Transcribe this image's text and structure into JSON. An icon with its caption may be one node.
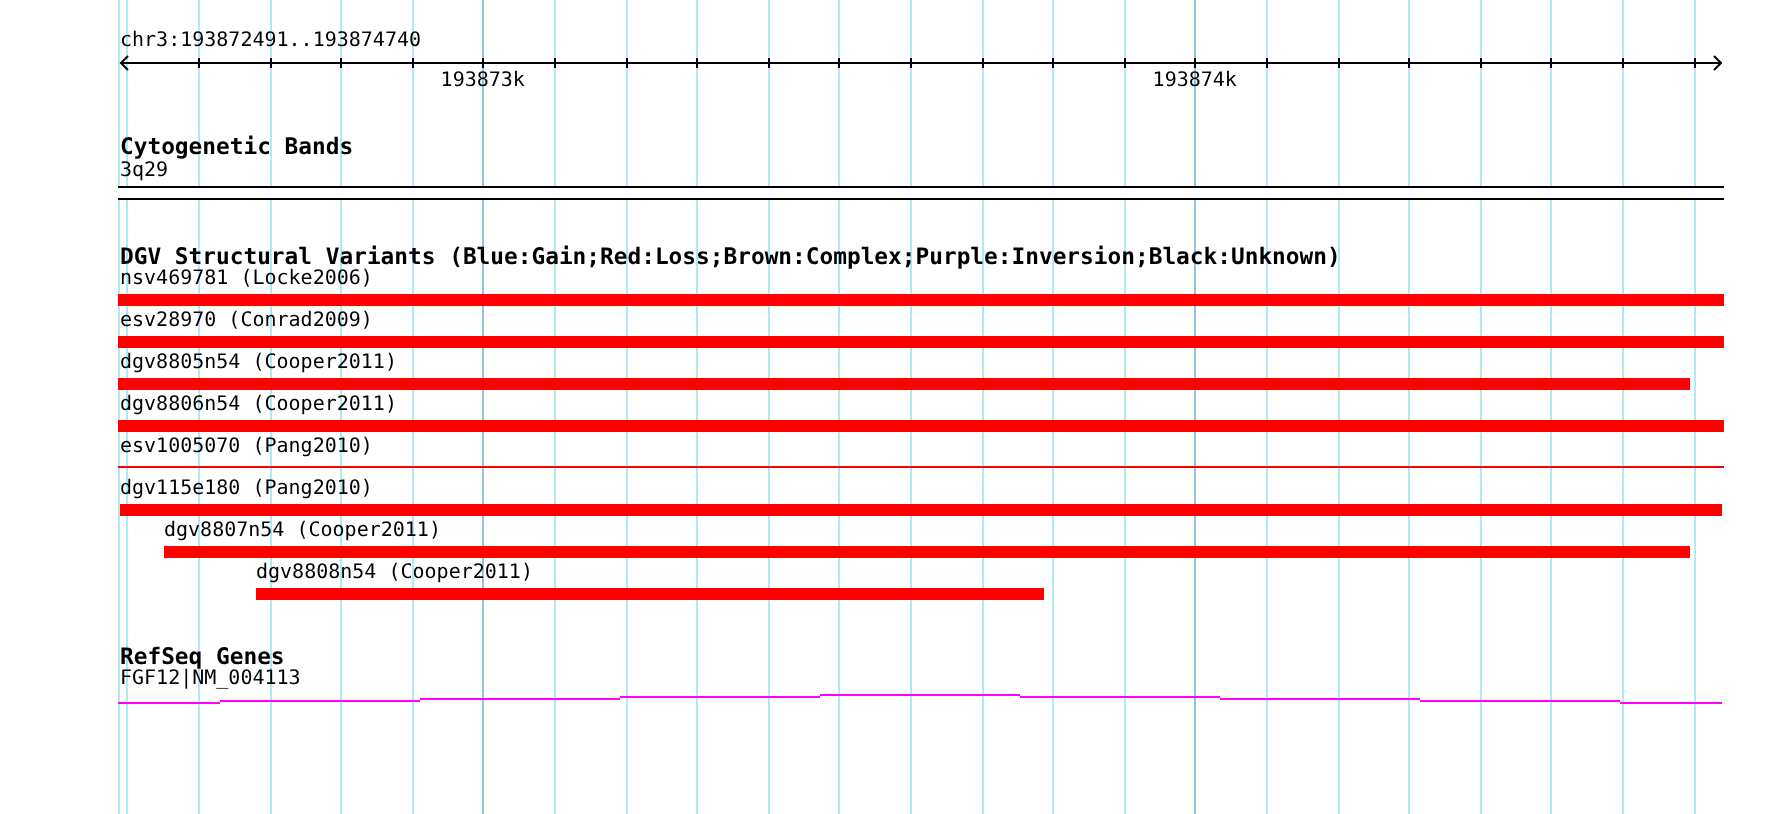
{
  "diagram": {
    "nodes": [
      {
        "text": [
          "3q29"
        ]
      },
      {
        "text": [
          "nsv469781 (Locke2006)"
        ]
      },
      {
        "text": [
          "esv28970 (Conrad2009)"
        ]
      },
      {
        "text": [
          "dgv8805n54 (Cooper2011)"
        ]
      },
      {
        "text": [
          "dgv8806n54 (Cooper2011)"
        ]
      },
      {
        "text": [
          "esv1005070 (Pang2010)"
        ]
      },
      {
        "text": [
          "dgv115e180 (Pang2010)"
        ]
      },
      {
        "text": [
          "dgv8807n54 (Cooper2011)"
        ]
      },
      {
        "text": [
          "dgv8808n54 (Cooper2011)"
        ]
      },
      {
        "text": [
          "FGF12|NM_004113"
        ]
      }
    ],
    "labels": [
      "chr3:193872491..193874740",
      "193873k",
      "193874k",
      "Cytogenetic Bands",
      "DGV Structural Variants (Blue:Gain;Red:Loss;Brown:Complex;Purple:Inversion;Black:Unknown)",
      "RefSeq Genes"
    ]
  }
}
